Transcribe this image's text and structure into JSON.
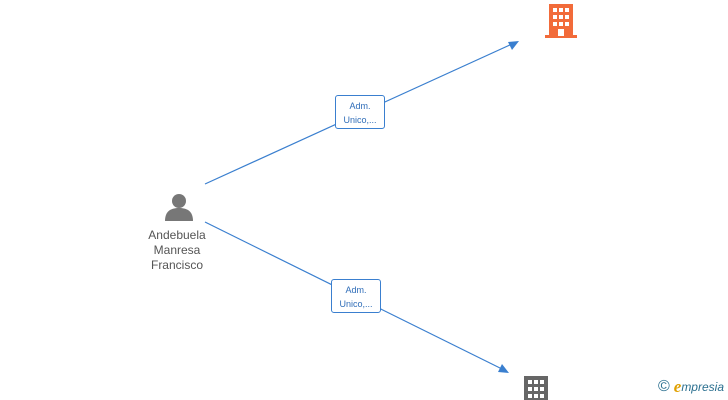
{
  "person": {
    "name_lines": [
      "Andebuela",
      "Manresa",
      "Francisco"
    ],
    "icon": "person-icon"
  },
  "companies": [
    {
      "icon": "building-icon",
      "color": "#f26b3a"
    },
    {
      "icon": "building-icon",
      "color": "#666666"
    }
  ],
  "relations": [
    {
      "label_lines": [
        "Adm.",
        "Unico,..."
      ],
      "to": 0
    },
    {
      "label_lines": [
        "Adm.",
        "Unico,..."
      ],
      "to": 1
    }
  ],
  "footer": {
    "copyright_symbol": "©",
    "brand_initial": "e",
    "brand_rest": "mpresia"
  },
  "colors": {
    "edge": "#3a7fcf",
    "person": "#777777"
  }
}
